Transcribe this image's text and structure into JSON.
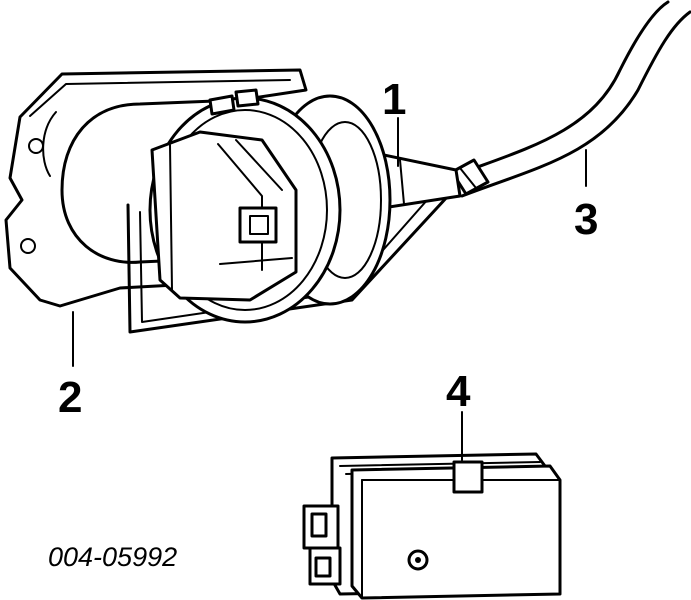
{
  "callouts": {
    "c1": "1",
    "c2": "2",
    "c3": "3",
    "c4": "4"
  },
  "part_number": "004-05992",
  "colors": {
    "line": "#000000",
    "background": "#ffffff"
  }
}
